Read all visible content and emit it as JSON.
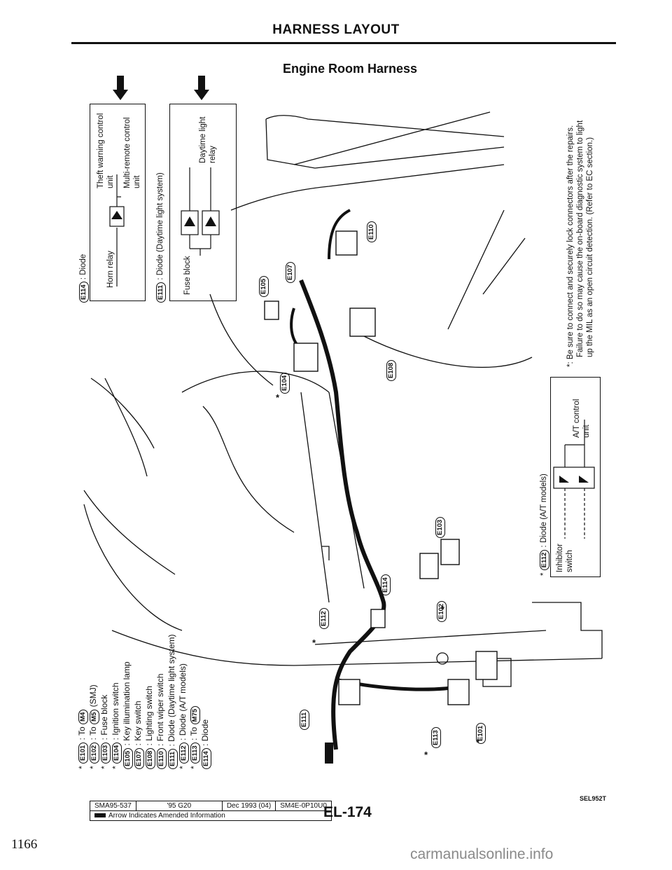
{
  "header": {
    "title": "HARNESS LAYOUT",
    "subtitle": "Engine Room Harness"
  },
  "inset_e114": {
    "label": "E114",
    "caption": ": Diode",
    "horn_relay": "Horn relay",
    "theft_warning": "Theft warning control unit",
    "multi_remote": "Multi-remote control unit"
  },
  "inset_e111": {
    "label": "E111",
    "caption": ": Diode (Daytime light system)",
    "fuse_block": "Fuse block",
    "daytime_relay": "Daytime light relay"
  },
  "inset_e112": {
    "label": "E112",
    "caption": ": Diode (A/T models)",
    "inhibitor": "Inhibitor switch",
    "at_control": "A/T control unit"
  },
  "note": {
    "mark": "*:",
    "text1": "Be sure to connect and securely lock connectors after the repairs.",
    "text2": "Failure to do so may cause the on-board diagnostic system to light",
    "text3": "up the MIL as an open circuit detection. (Refer to EC section.)"
  },
  "legend": [
    {
      "star": "*",
      "code": "E101",
      "sep": ":",
      "text": "To",
      "ref": "M4",
      "suffix": ""
    },
    {
      "star": "*",
      "code": "E102",
      "sep": ":",
      "text": "To",
      "ref": "M5",
      "suffix": "(SMJ)"
    },
    {
      "star": "*",
      "code": "E103",
      "sep": ":",
      "text": "Fuse block",
      "ref": "",
      "suffix": ""
    },
    {
      "star": "*",
      "code": "E104",
      "sep": ":",
      "text": "Ignition switch",
      "ref": "",
      "suffix": ""
    },
    {
      "star": "",
      "code": "E105",
      "sep": ":",
      "text": "Key illumination lamp",
      "ref": "",
      "suffix": ""
    },
    {
      "star": "",
      "code": "E107",
      "sep": ":",
      "text": "Key switch",
      "ref": "",
      "suffix": ""
    },
    {
      "star": "",
      "code": "E108",
      "sep": ":",
      "text": "Lighting switch",
      "ref": "",
      "suffix": ""
    },
    {
      "star": "",
      "code": "E110",
      "sep": ":",
      "text": "Front wiper switch",
      "ref": "",
      "suffix": ""
    },
    {
      "star": "",
      "code": "E111",
      "sep": ":",
      "text": "Diode (Daytime light system)",
      "ref": "",
      "suffix": ""
    },
    {
      "star": "*",
      "code": "E112",
      "sep": ":",
      "text": "Diode (A/T models)",
      "ref": "",
      "suffix": ""
    },
    {
      "star": "*",
      "code": "E113",
      "sep": ":",
      "text": "To",
      "ref": "M75",
      "suffix": ""
    },
    {
      "star": "",
      "code": "E114",
      "sep": ":",
      "text": "Diode",
      "ref": "",
      "suffix": ""
    }
  ],
  "connectors": [
    {
      "code": "E110"
    },
    {
      "code": "E107"
    },
    {
      "code": "E105"
    },
    {
      "code": "E104"
    },
    {
      "code": "E108"
    },
    {
      "code": "E103"
    },
    {
      "code": "E114"
    },
    {
      "code": "E112"
    },
    {
      "code": "E102"
    },
    {
      "code": "E111"
    },
    {
      "code": "E113"
    },
    {
      "code": "E101"
    }
  ],
  "star": "*",
  "footer": {
    "ref": "SMA95-537",
    "model": "'95 G20",
    "date": "Dec 1993 (04)",
    "doc": "SM4E-0P10U0",
    "arrow_note": "Arrow Indicates Amended Information",
    "page_code": "EL-174",
    "sel_code": "SEL952T",
    "page_number": "1166",
    "watermark": "carmanualsonline.info"
  }
}
